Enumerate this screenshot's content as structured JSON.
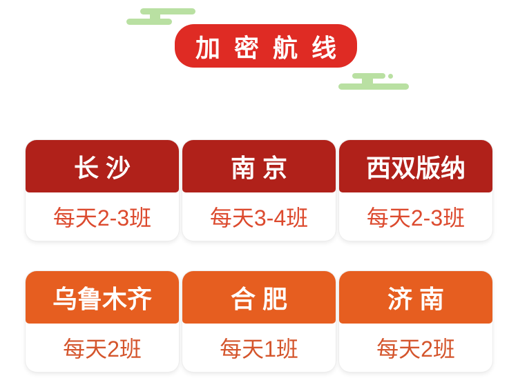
{
  "banner": {
    "label": "加 密 航 线"
  },
  "cards": [
    {
      "city": "长 沙",
      "frequency": "每天2-3班",
      "theme": "red"
    },
    {
      "city": "南 京",
      "frequency": "每天3-4班",
      "theme": "red"
    },
    {
      "city": "西双版纳",
      "frequency": "每天2-3班",
      "theme": "red"
    },
    {
      "city": "乌鲁木齐",
      "frequency": "每天2班",
      "theme": "orange"
    },
    {
      "city": "合 肥",
      "frequency": "每天1班",
      "theme": "orange"
    },
    {
      "city": "济 南",
      "frequency": "每天2班",
      "theme": "orange"
    }
  ],
  "decor": {
    "icons": [
      "cloud-icon",
      "cloud-icon"
    ]
  },
  "colors": {
    "page_bg": "#ffffff",
    "banner_bg": "#df2b24",
    "banner_text": "#ffffff",
    "red_header_bg": "#b0211a",
    "orange_header_bg": "#e65e20",
    "header_text": "#ffffff",
    "red_freq": "#dc4a2e",
    "orange_freq": "#d4552c",
    "cloud_green": "#b9e0a2",
    "card_bg": "#ffffff"
  }
}
